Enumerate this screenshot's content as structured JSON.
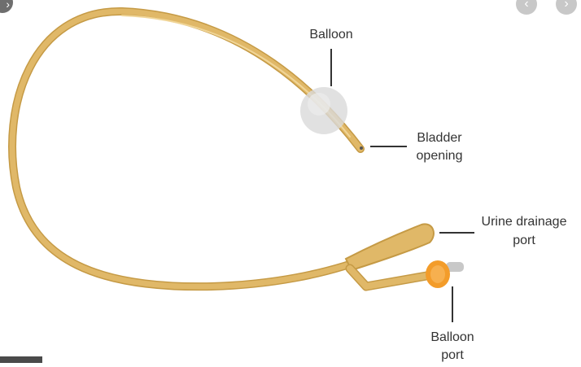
{
  "nav": {
    "prev_icon": "‹",
    "next_icon": "›"
  },
  "labels": {
    "balloon": "Balloon",
    "bladder_line1": "Bladder",
    "bladder_line2": "opening",
    "urine_line1": "Urine drainage",
    "urine_line2": "port",
    "balloon_port_line1": "Balloon",
    "balloon_port_line2": "port"
  },
  "colors": {
    "catheter": "#e0b868",
    "catheter_edge": "#c59a45",
    "balloon": "#d9d9d9",
    "port_valve": "#f39c2a",
    "label_text": "#333333"
  }
}
